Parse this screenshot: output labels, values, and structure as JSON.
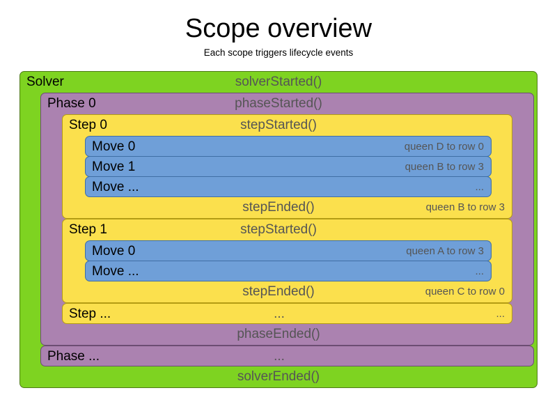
{
  "header": {
    "title": "Scope overview",
    "subtitle": "Each scope triggers lifecycle events"
  },
  "colors": {
    "solver": "#7ed321",
    "phase": "#ab82b0",
    "step": "#fbe04d",
    "move": "#6f9fd8",
    "callback_text": "#555555",
    "label_text": "#000000",
    "background": "#ffffff"
  },
  "solver": {
    "label": "Solver",
    "started_callback": "solverStarted()",
    "ended_callback": "solverEnded()",
    "phases": [
      {
        "label": "Phase 0",
        "started_callback": "phaseStarted()",
        "ended_callback": "phaseEnded()",
        "steps": [
          {
            "label": "Step 0",
            "started_callback": "stepStarted()",
            "ended_callback": "stepEnded()",
            "ended_detail": "queen B to row 3",
            "moves": [
              {
                "label": "Move 0",
                "detail": "queen D to row 0"
              },
              {
                "label": "Move 1",
                "detail": "queen B to row 3"
              },
              {
                "label": "Move ...",
                "detail": "..."
              }
            ]
          },
          {
            "label": "Step 1",
            "started_callback": "stepStarted()",
            "ended_callback": "stepEnded()",
            "ended_detail": "queen C to row 0",
            "moves": [
              {
                "label": "Move 0",
                "detail": "queen A to row 3"
              },
              {
                "label": "Move ...",
                "detail": "..."
              }
            ]
          }
        ],
        "steps_ellipsis": {
          "label": "Step ...",
          "center": "...",
          "detail": "..."
        }
      }
    ],
    "phases_ellipsis": {
      "label": "Phase ...",
      "center": "...",
      "detail": ""
    }
  }
}
